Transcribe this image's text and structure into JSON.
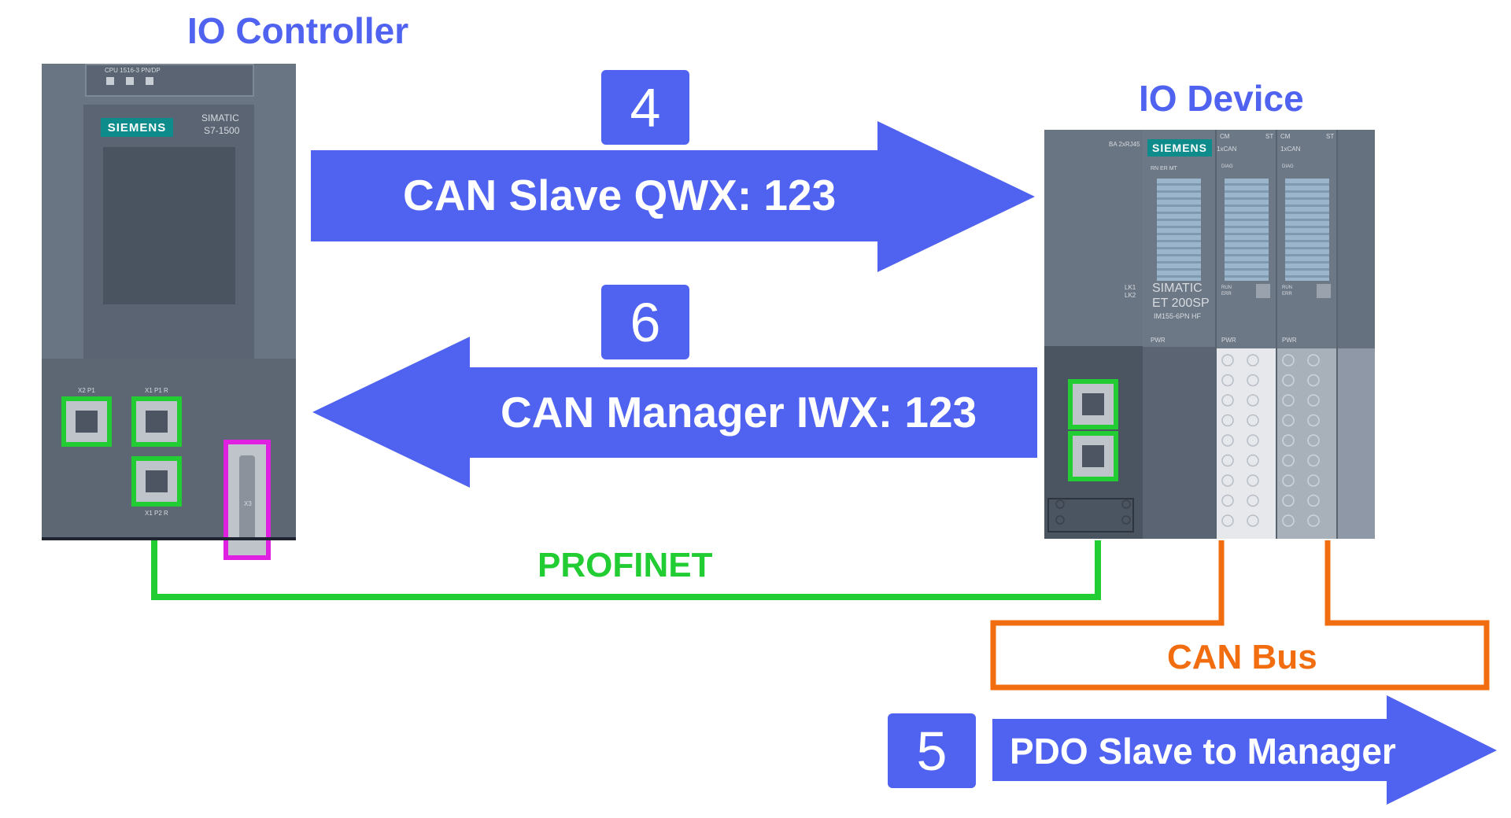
{
  "titles": {
    "controller": "IO Controller",
    "device": "IO Device"
  },
  "steps": {
    "s4": "4",
    "s6": "6",
    "s5": "5"
  },
  "arrows": {
    "qwx": "CAN Slave QWX: 123",
    "iwx": "CAN Manager IWX: 123",
    "pdo": "PDO Slave to Manager"
  },
  "links": {
    "profinet": "PROFINET",
    "canbus": "CAN Bus"
  },
  "controller": {
    "model_label": "CPU 1516-3 PN/DP",
    "brand": "SIEMENS",
    "series_1": "SIMATIC",
    "series_2": "S7-1500",
    "port_x2p1": "X2 P1",
    "port_x1p1": "X1 P1 R",
    "port_x1p2": "X1 P2 R",
    "port_x3": "X3"
  },
  "device": {
    "ba_label": "BA 2xRJ45",
    "brand": "SIEMENS",
    "series_1": "SIMATIC",
    "series_2": "ET 200SP",
    "model": "IM155-6PN HF",
    "leds": "RN ER MT",
    "lk1": "LK1",
    "lk2": "LK2",
    "pwr": "PWR",
    "cm": "CM",
    "st": "ST",
    "can_module": "1xCAN",
    "diag": "DIAG",
    "run": "RUN",
    "err": "ERR"
  },
  "colors": {
    "accent": "#4f63f0",
    "profinet": "#22cc33",
    "canbus": "#f26d0f",
    "serial_port": "#e020e0"
  }
}
